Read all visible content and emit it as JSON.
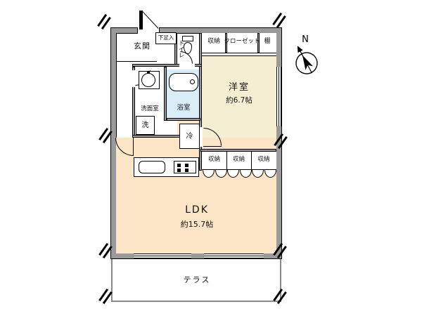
{
  "plan": {
    "compass_label": "N",
    "entrance": {
      "label": "玄関"
    },
    "shoe_box": {
      "label": "下足入"
    },
    "toilet": {
      "label": "トイレ"
    },
    "upper_storage": {
      "label": "収納"
    },
    "closet": {
      "label": "クローゼット"
    },
    "shelf": {
      "label": "棚"
    },
    "western_room": {
      "label": "洋室",
      "size": "約6.7帖"
    },
    "washroom": {
      "label": "洗面室"
    },
    "bathroom": {
      "label": "浴室"
    },
    "washing_machine": {
      "label": "洗"
    },
    "refrigerator": {
      "label": "冷"
    },
    "lower_storages": [
      "収納",
      "収納",
      "収納"
    ],
    "ldk": {
      "label": "LDK",
      "size": "約15.7帖"
    },
    "terrace": {
      "label": "テラス"
    }
  },
  "colors": {
    "western_room_floor": "#f5eed2",
    "ldk_floor": "#fce5c7",
    "bathroom_floor": "#d9edf8",
    "wall_fill": "#9a9a9a"
  }
}
